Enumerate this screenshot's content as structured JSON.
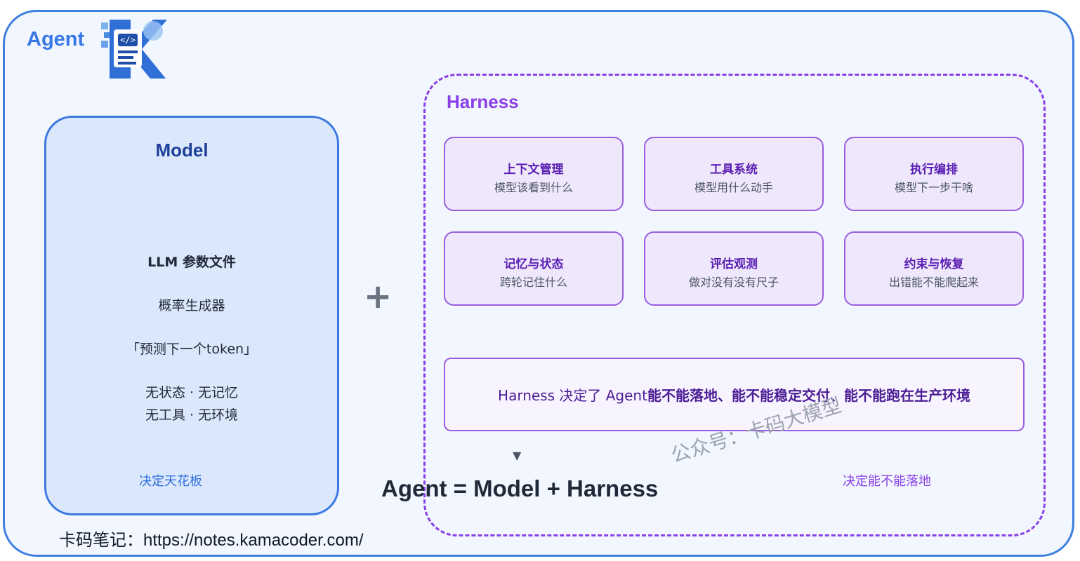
{
  "agent_label": "Agent",
  "model": {
    "title": "Model",
    "lines": [
      "LLM 参数文件",
      "概率生成器",
      "「预测下一个token」",
      "无状态 · 无记忆",
      "无工具 · 无环境"
    ],
    "footer": "决定天花板"
  },
  "plus_sign": "+",
  "harness": {
    "title": "Harness",
    "cards": [
      {
        "title": "上下文管理",
        "sub": "模型该看到什么"
      },
      {
        "title": "工具系统",
        "sub": "模型用什么动手"
      },
      {
        "title": "执行编排",
        "sub": "模型下一步干啥"
      },
      {
        "title": "记忆与状态",
        "sub": "跨轮记住什么"
      },
      {
        "title": "评估观测",
        "sub": "做对没有没有尺子"
      },
      {
        "title": "约束与恢复",
        "sub": "出错能不能爬起来"
      }
    ],
    "summary_prefix": "Harness 决定了 Agent ",
    "summary_bold": "能不能落地、能不能稳定交付、能不能跑在生产环境",
    "footer": "决定能不能落地"
  },
  "arrow_glyph": "▼",
  "equation": "Agent = Model + Harness",
  "watermark": "公众号：卡码大模型",
  "footer": "卡码笔记：https://notes.kamacoder.com/",
  "colors": {
    "agent_blue": "#3778e6",
    "model_fill": "#dbe8fc",
    "harness_purple": "#8a3fe6",
    "card_fill": "#efe8fc"
  }
}
